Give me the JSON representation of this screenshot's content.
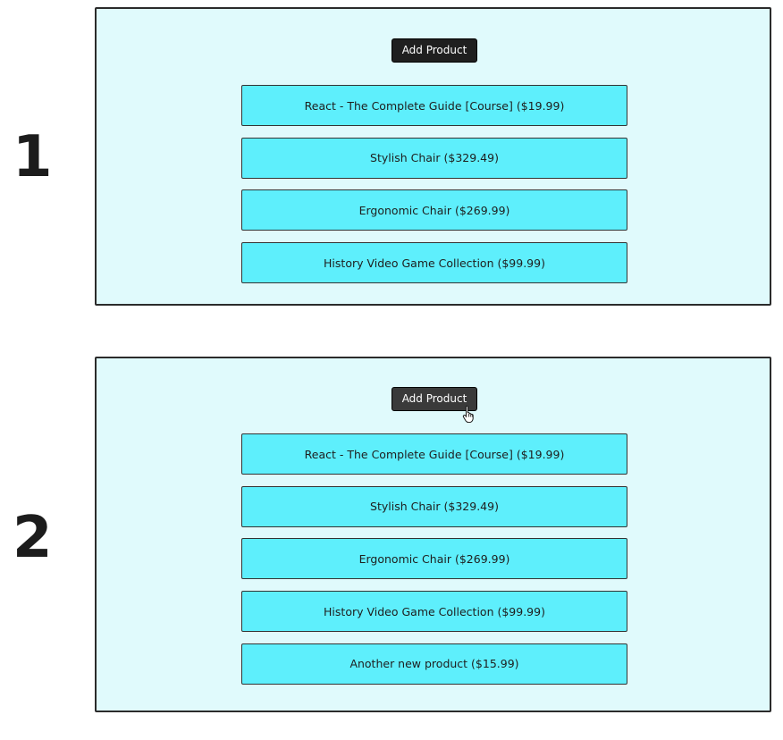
{
  "steps": [
    {
      "number": "1",
      "button_label": "Add Product",
      "products": [
        "React - The Complete Guide [Course] ($19.99)",
        "Stylish Chair ($329.49)",
        "Ergonomic Chair ($269.99)",
        "History Video Game Collection ($99.99)"
      ]
    },
    {
      "number": "2",
      "button_label": "Add Product",
      "products": [
        "React - The Complete Guide [Course] ($19.99)",
        "Stylish Chair ($329.49)",
        "Ergonomic Chair ($269.99)",
        "History Video Game Collection ($99.99)",
        "Another new product ($15.99)"
      ]
    }
  ],
  "colors": {
    "panel_background": "#e0fafc",
    "product_item_background": "#5eeffc",
    "button_background": "#1f1f1f",
    "step_number": "#1c1c1c"
  },
  "icons": {
    "cursor": "hand-pointer-icon"
  }
}
